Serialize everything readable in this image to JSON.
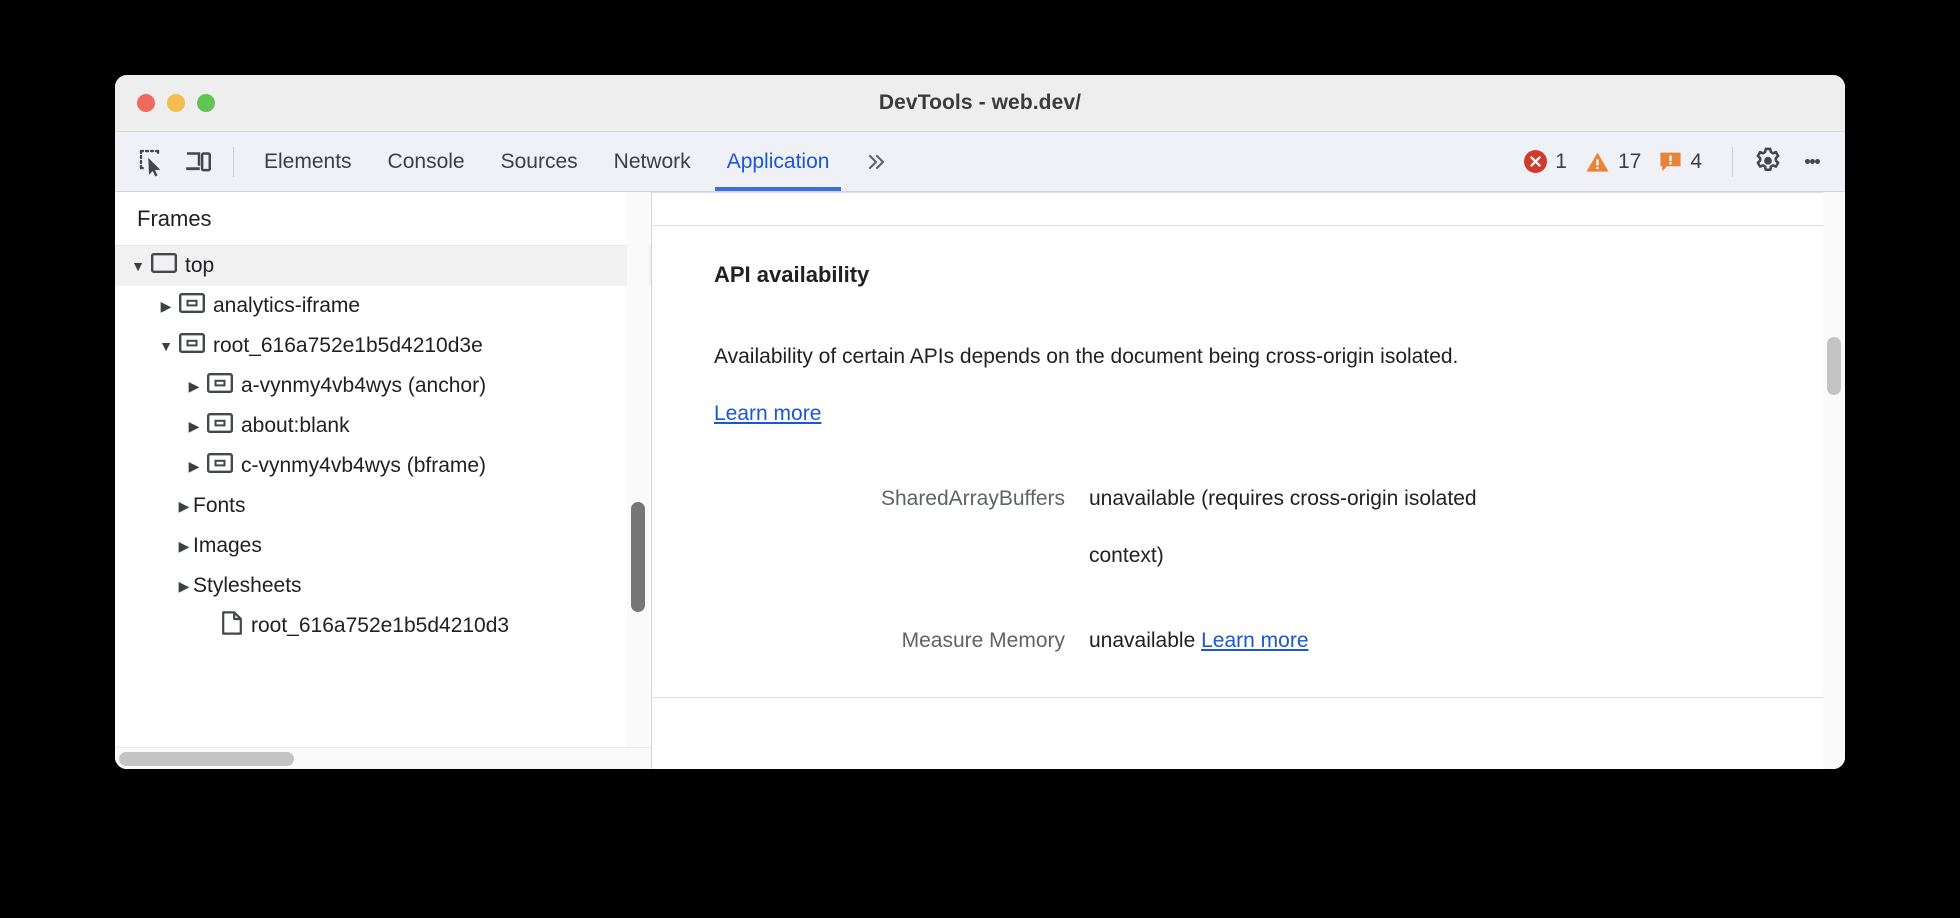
{
  "window": {
    "title": "DevTools - web.dev/",
    "traffic_lights": [
      "close",
      "minimize",
      "zoom"
    ],
    "colors": {
      "close": "#ee6a5f",
      "minimize": "#f5bd4f",
      "zoom": "#61c454",
      "active_tab": "#1a56d6",
      "link": "#1a56d6",
      "error": "#cf3c2c",
      "warning": "#e8833a",
      "issue": "#e8833a"
    }
  },
  "toolbar": {
    "inspect_icon": "inspect-element-icon",
    "device_icon": "device-toolbar-icon",
    "tabs": [
      {
        "label": "Elements",
        "active": false
      },
      {
        "label": "Console",
        "active": false
      },
      {
        "label": "Sources",
        "active": false
      },
      {
        "label": "Network",
        "active": false
      },
      {
        "label": "Application",
        "active": true
      }
    ],
    "overflow_label": "»",
    "status": {
      "errors": "1",
      "warnings": "17",
      "issues": "4"
    },
    "settings_icon": "gear-icon",
    "more_icon": "more-vertical-icon"
  },
  "sidebar": {
    "header": "Frames",
    "tree": [
      {
        "label": "top",
        "indent": 0,
        "twisty": "down",
        "icon": "frame-icon",
        "selected": true
      },
      {
        "label": "analytics-iframe",
        "indent": 1,
        "twisty": "right",
        "icon": "iframe-icon",
        "selected": false
      },
      {
        "label": "root_616a752e1b5d4210d3e",
        "indent": 1,
        "twisty": "down",
        "icon": "iframe-icon",
        "selected": false
      },
      {
        "label": "a-vynmy4vb4wys (anchor)",
        "indent": 2,
        "twisty": "right",
        "icon": "iframe-icon",
        "selected": false
      },
      {
        "label": "about:blank",
        "indent": 2,
        "twisty": "right",
        "icon": "iframe-icon",
        "selected": false
      },
      {
        "label": "c-vynmy4vb4wys (bframe)",
        "indent": 2,
        "twisty": "right",
        "icon": "iframe-icon",
        "selected": false
      },
      {
        "label": "Fonts",
        "indent": 1,
        "twisty": "right",
        "icon": "none",
        "selected": false
      },
      {
        "label": "Images",
        "indent": 1,
        "twisty": "right",
        "icon": "none",
        "selected": false
      },
      {
        "label": "Stylesheets",
        "indent": 1,
        "twisty": "right",
        "icon": "none",
        "selected": false
      },
      {
        "label": "root_616a752e1b5d4210d3",
        "indent": 2,
        "twisty": "none",
        "icon": "document-icon",
        "selected": false
      }
    ]
  },
  "main": {
    "heading": "API availability",
    "description_part1": "Availability of certain APIs depends on the document being cross-origin isolated.",
    "description_link": "Learn more",
    "rows": [
      {
        "key": "SharedArrayBuffers",
        "value": "unavailable",
        "note": "(requires cross-origin isolated context)",
        "link": ""
      },
      {
        "key": "Measure Memory",
        "value": "unavailable",
        "note": "",
        "link": "Learn more"
      }
    ]
  }
}
